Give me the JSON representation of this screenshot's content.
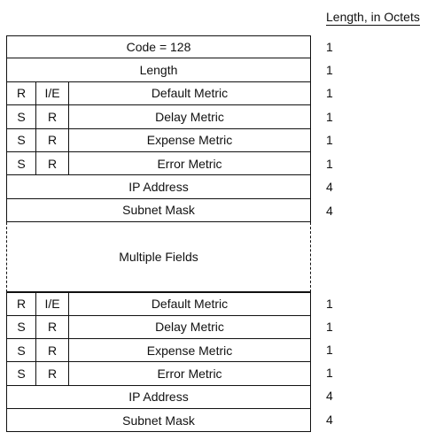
{
  "header": "Length, in Octets",
  "rows": [
    {
      "type": "full",
      "label": "Code = 128",
      "length": "1"
    },
    {
      "type": "full",
      "label": "Length",
      "length": "1"
    },
    {
      "type": "split",
      "c1": "R",
      "c2": "I/E",
      "label": "Default Metric",
      "length": "1"
    },
    {
      "type": "split",
      "c1": "S",
      "c2": "R",
      "label": "Delay Metric",
      "length": "1"
    },
    {
      "type": "split",
      "c1": "S",
      "c2": "R",
      "label": "Expense Metric",
      "length": "1"
    },
    {
      "type": "split",
      "c1": "S",
      "c2": "R",
      "label": "Error Metric",
      "length": "1"
    },
    {
      "type": "full",
      "label": "IP Address",
      "length": "4"
    },
    {
      "type": "full",
      "label": "Subnet Mask",
      "length": "4"
    },
    {
      "type": "dashed",
      "label": "Multiple Fields",
      "length": ""
    },
    {
      "type": "split",
      "c1": "R",
      "c2": "I/E",
      "label": "Default Metric",
      "length": "1"
    },
    {
      "type": "split",
      "c1": "S",
      "c2": "R",
      "label": "Delay Metric",
      "length": "1"
    },
    {
      "type": "split",
      "c1": "S",
      "c2": "R",
      "label": "Expense Metric",
      "length": "1"
    },
    {
      "type": "split",
      "c1": "S",
      "c2": "R",
      "label": "Error Metric",
      "length": "1"
    },
    {
      "type": "full",
      "label": "IP Address",
      "length": "4"
    },
    {
      "type": "full",
      "label": "Subnet Mask",
      "length": "4"
    }
  ]
}
